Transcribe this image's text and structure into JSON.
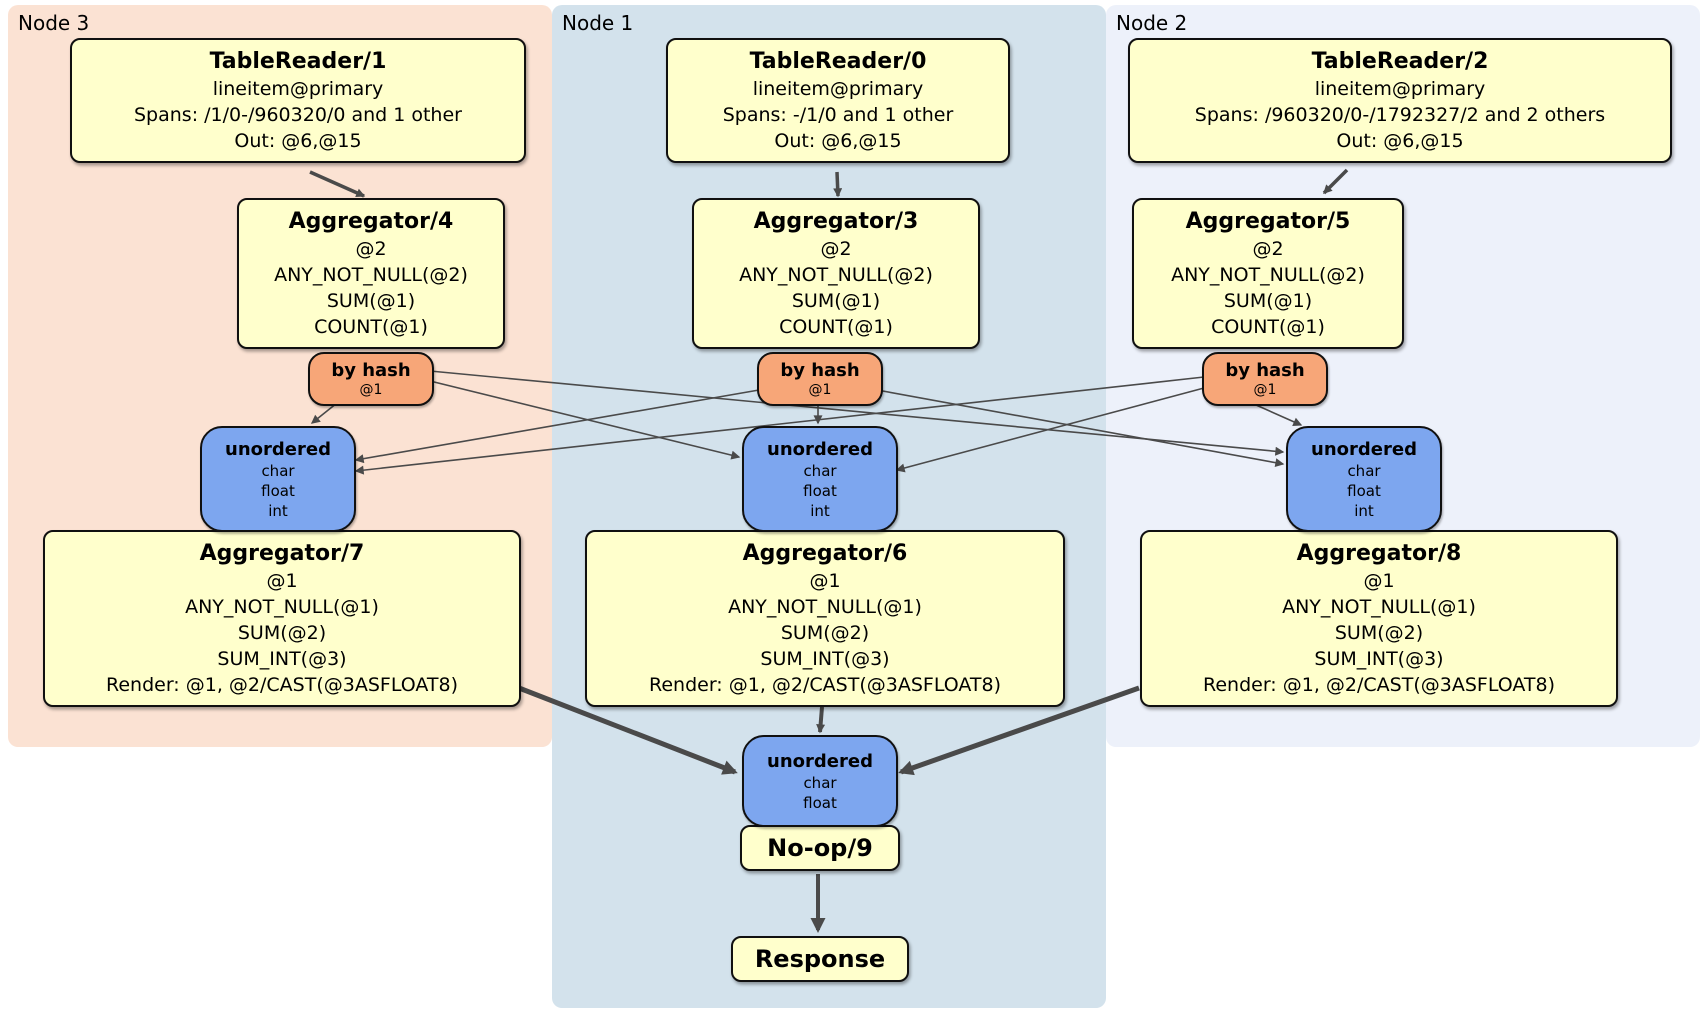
{
  "regions": [
    {
      "id": "node3",
      "label": "Node 3",
      "bg": "#FBE2D3"
    },
    {
      "id": "node1",
      "label": "Node 1",
      "bg": "#D3E2EC"
    },
    {
      "id": "node2",
      "label": "Node 2",
      "bg": "#EDF1FA"
    }
  ],
  "boxes": {
    "tr1": {
      "title": "TableReader/1",
      "lines": [
        "lineitem@primary",
        "Spans: /1/0-/960320/0 and 1 other",
        "Out: @6,@15"
      ]
    },
    "tr0": {
      "title": "TableReader/0",
      "lines": [
        "lineitem@primary",
        "Spans: -/1/0 and 1 other",
        "Out: @6,@15"
      ]
    },
    "tr2": {
      "title": "TableReader/2",
      "lines": [
        "lineitem@primary",
        "Spans: /960320/0-/1792327/2 and 2 others",
        "Out: @6,@15"
      ]
    },
    "agg4": {
      "title": "Aggregator/4",
      "lines": [
        "@2",
        "ANY_NOT_NULL(@2)",
        "SUM(@1)",
        "COUNT(@1)"
      ]
    },
    "agg3": {
      "title": "Aggregator/3",
      "lines": [
        "@2",
        "ANY_NOT_NULL(@2)",
        "SUM(@1)",
        "COUNT(@1)"
      ]
    },
    "agg5": {
      "title": "Aggregator/5",
      "lines": [
        "@2",
        "ANY_NOT_NULL(@2)",
        "SUM(@1)",
        "COUNT(@1)"
      ]
    },
    "bh3": {
      "title": "by hash",
      "sub": "@1"
    },
    "bh1": {
      "title": "by hash",
      "sub": "@1"
    },
    "bh2": {
      "title": "by hash",
      "sub": "@1"
    },
    "un3": {
      "title": "unordered",
      "lines": [
        "char",
        "float",
        "int"
      ]
    },
    "un1": {
      "title": "unordered",
      "lines": [
        "char",
        "float",
        "int"
      ]
    },
    "un2": {
      "title": "unordered",
      "lines": [
        "char",
        "float",
        "int"
      ]
    },
    "agg7": {
      "title": "Aggregator/7",
      "lines": [
        "@1",
        "ANY_NOT_NULL(@1)",
        "SUM(@2)",
        "SUM_INT(@3)",
        "Render: @1, @2/CAST(@3ASFLOAT8)"
      ]
    },
    "agg6": {
      "title": "Aggregator/6",
      "lines": [
        "@1",
        "ANY_NOT_NULL(@1)",
        "SUM(@2)",
        "SUM_INT(@3)",
        "Render: @1, @2/CAST(@3ASFLOAT8)"
      ]
    },
    "agg8": {
      "title": "Aggregator/8",
      "lines": [
        "@1",
        "ANY_NOT_NULL(@1)",
        "SUM(@2)",
        "SUM_INT(@3)",
        "Render: @1, @2/CAST(@3ASFLOAT8)"
      ]
    },
    "unf": {
      "title": "unordered",
      "lines": [
        "char",
        "float"
      ]
    },
    "noop": {
      "title": "No-op/9"
    },
    "resp": {
      "title": "Response"
    }
  },
  "edges": [
    {
      "from": "TableReader/1",
      "to": "Aggregator/4",
      "style": "thick"
    },
    {
      "from": "TableReader/0",
      "to": "Aggregator/3",
      "style": "thick"
    },
    {
      "from": "TableReader/2",
      "to": "Aggregator/5",
      "style": "thick"
    },
    {
      "from": "by hash (Node 3)",
      "to": "unordered (Node 3)",
      "style": "thin"
    },
    {
      "from": "by hash (Node 3)",
      "to": "unordered (Node 1)",
      "style": "thin"
    },
    {
      "from": "by hash (Node 3)",
      "to": "unordered (Node 2)",
      "style": "thin"
    },
    {
      "from": "by hash (Node 1)",
      "to": "unordered (Node 3)",
      "style": "thin"
    },
    {
      "from": "by hash (Node 1)",
      "to": "unordered (Node 1)",
      "style": "thin"
    },
    {
      "from": "by hash (Node 1)",
      "to": "unordered (Node 2)",
      "style": "thin"
    },
    {
      "from": "by hash (Node 2)",
      "to": "unordered (Node 3)",
      "style": "thin"
    },
    {
      "from": "by hash (Node 2)",
      "to": "unordered (Node 1)",
      "style": "thin"
    },
    {
      "from": "by hash (Node 2)",
      "to": "unordered (Node 2)",
      "style": "thin"
    },
    {
      "from": "Aggregator/7",
      "to": "unordered (final)",
      "style": "thick"
    },
    {
      "from": "Aggregator/6",
      "to": "unordered (final)",
      "style": "thick"
    },
    {
      "from": "Aggregator/8",
      "to": "unordered (final)",
      "style": "thick"
    },
    {
      "from": "No-op/9",
      "to": "Response",
      "style": "thick"
    }
  ],
  "colors": {
    "node3_bg": "#FBE2D3",
    "node1_bg": "#D3E2EC",
    "node2_bg": "#EDF1FA",
    "plan_box": "#FFFFCC",
    "router": "#F7A678",
    "sync": "#7DA6EF",
    "edge": "#4A4A4A",
    "border": "#101010"
  }
}
